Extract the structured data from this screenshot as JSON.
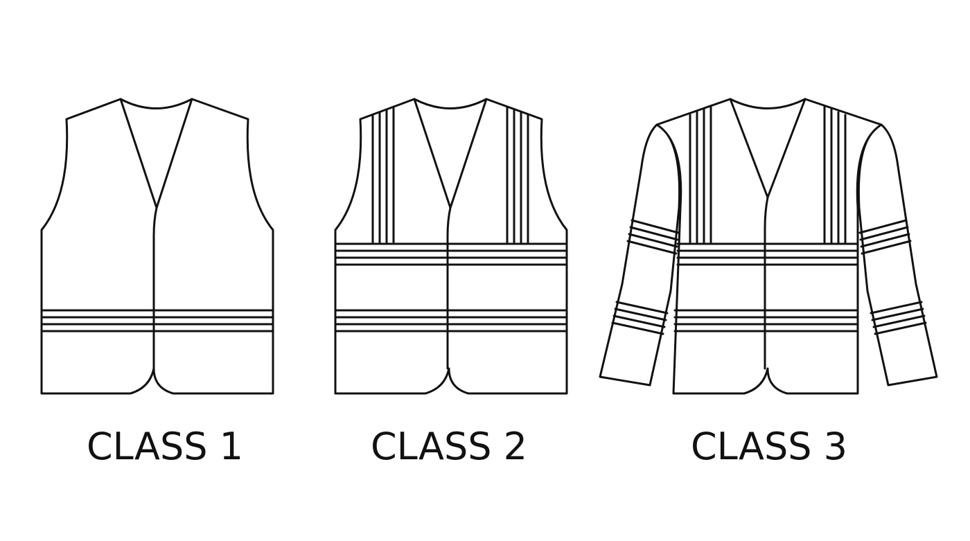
{
  "captions": {
    "class1": "CLASS 1",
    "class2": "CLASS 2",
    "class3": "CLASS 3"
  },
  "colors": {
    "background": "#ffffff",
    "stroke": "#111111"
  },
  "garments": [
    {
      "id": "class1",
      "type": "sleeveless vest",
      "stripe_bands": 1
    },
    {
      "id": "class2",
      "type": "sleeveless vest",
      "stripe_bands": 2,
      "shoulder_stripes": true
    },
    {
      "id": "class3",
      "type": "long-sleeve jacket",
      "stripe_bands": 2,
      "shoulder_stripes": true,
      "sleeve_bands": 2
    }
  ]
}
